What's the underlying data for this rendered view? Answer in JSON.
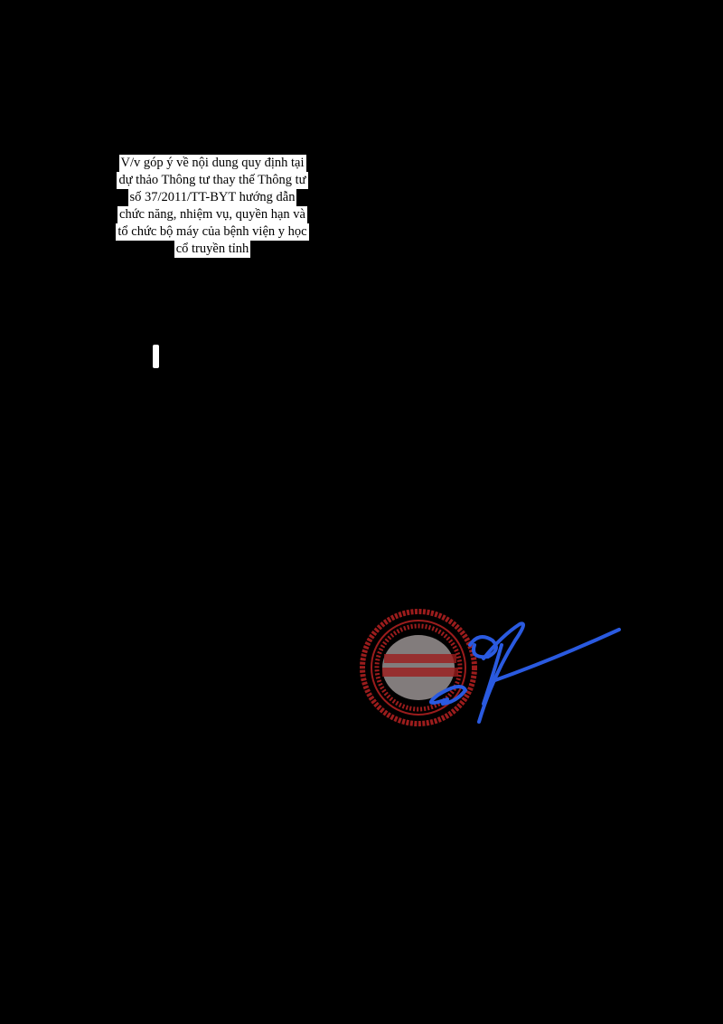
{
  "document": {
    "subject_lines": [
      "V/v góp ý về nội dung quy định tại",
      "dự thảo Thông tư thay thế Thông tư",
      "số 37/2011/TT-BYT hướng dẫn",
      "chức năng, nhiệm vụ, quyền hạn và",
      "tổ chức bộ máy của bệnh viện y học",
      "cổ truyền tỉnh"
    ]
  },
  "colors": {
    "background": "#000000",
    "stamp": "#9b1c1c",
    "signature": "#2a5ae0"
  },
  "icons": {
    "stamp": "official-seal",
    "signature": "handwritten-signature"
  }
}
